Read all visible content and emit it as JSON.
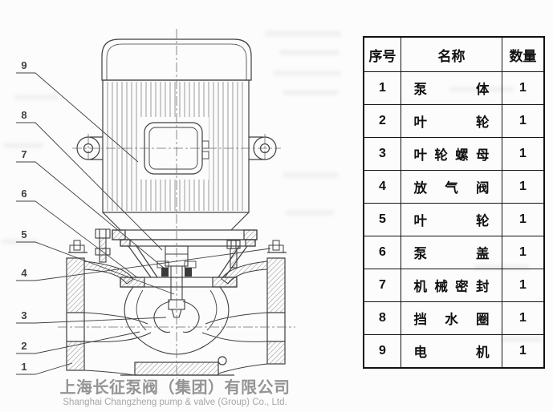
{
  "drawing": {
    "callouts": [
      "1",
      "2",
      "3",
      "4",
      "5",
      "6",
      "7",
      "8",
      "9"
    ]
  },
  "watermark": {
    "cn": "上海长征泵阀（集团）有限公司",
    "en": "Shanghai Changzheng pump & valve (Group) Co., Ltd."
  },
  "table": {
    "headers": [
      "序号",
      "名称",
      "数量"
    ],
    "rows": [
      [
        "1",
        "泵体",
        "1"
      ],
      [
        "2",
        "叶轮",
        "1"
      ],
      [
        "3",
        "叶轮螺母",
        "1"
      ],
      [
        "4",
        "放气阀",
        "1"
      ],
      [
        "5",
        "叶轮",
        "1"
      ],
      [
        "6",
        "泵盖",
        "1"
      ],
      [
        "7",
        "机械密封",
        "1"
      ],
      [
        "8",
        "挡水圈",
        "1"
      ],
      [
        "9",
        "电机",
        "1"
      ]
    ]
  }
}
